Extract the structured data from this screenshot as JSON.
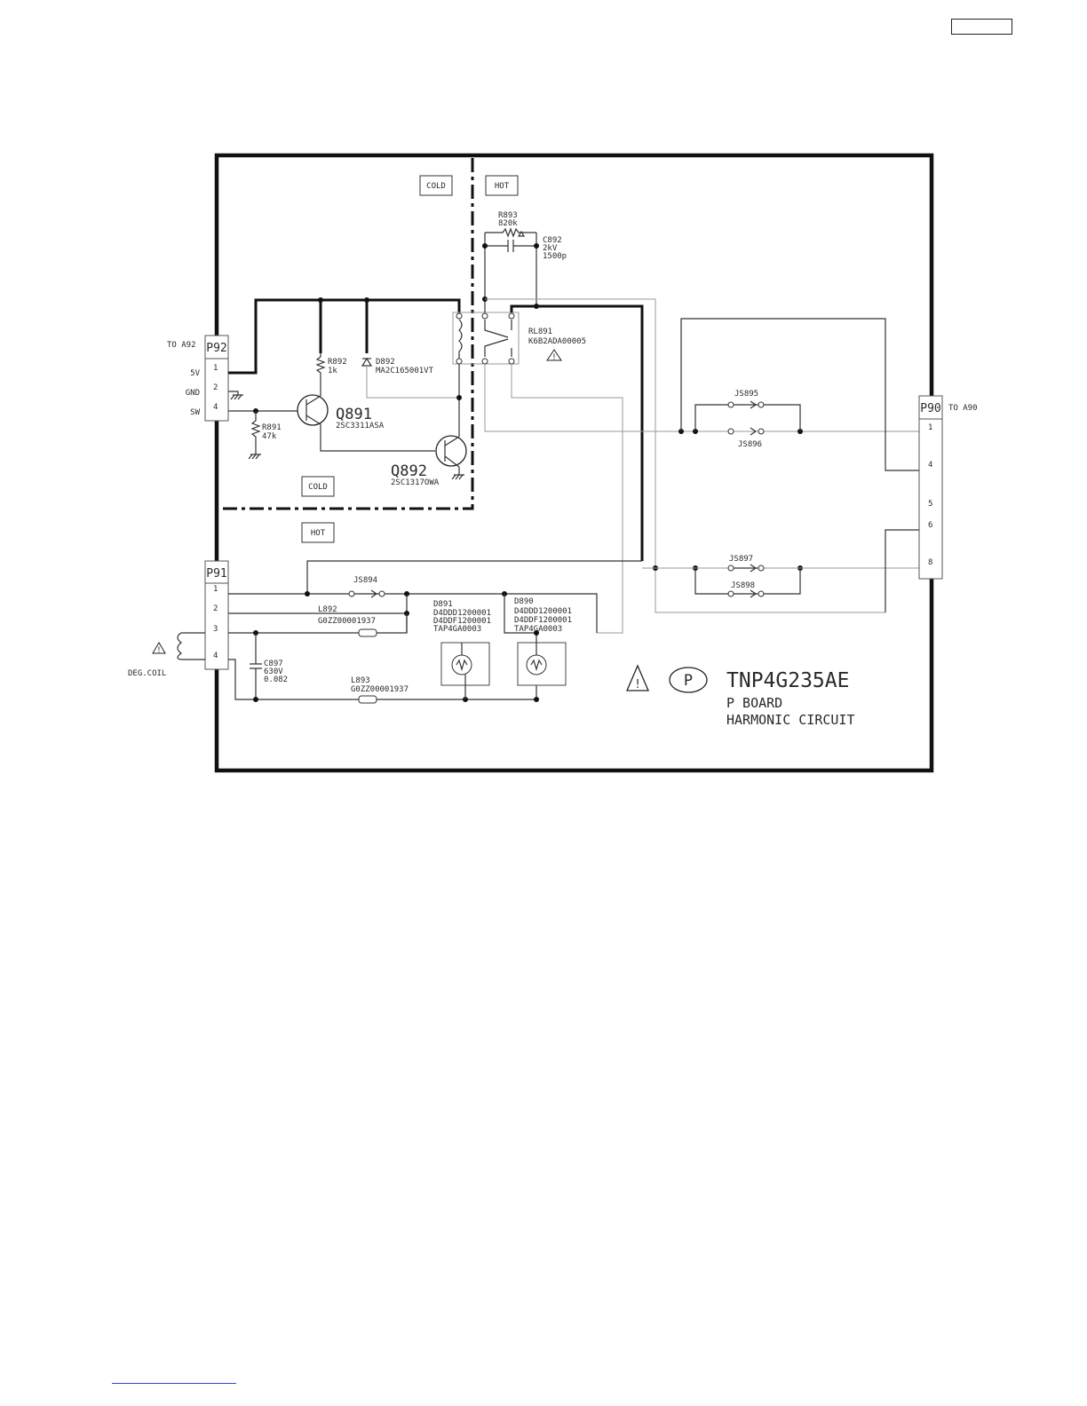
{
  "schematic": {
    "zones": {
      "cold_top": "COLD",
      "hot_top": "HOT",
      "cold_inner": "COLD",
      "hot_lower": "HOT"
    },
    "connectors": {
      "p92": {
        "ref": "P92",
        "label": "TO A92",
        "pins": [
          "1",
          "2",
          "4"
        ],
        "signals": [
          "5V",
          "GND",
          "SW"
        ]
      },
      "p91": {
        "ref": "P91",
        "pins": [
          "1",
          "2",
          "3",
          "4"
        ]
      },
      "p90": {
        "ref": "P90",
        "label": "TO A90",
        "pins": [
          "1",
          "4",
          "5",
          "6",
          "8"
        ]
      }
    },
    "components": {
      "r893": {
        "ref": "R893",
        "value": "820k"
      },
      "c892": {
        "ref": "C892",
        "voltage": "2kV",
        "value": "1500p"
      },
      "rl891": {
        "ref": "RL891",
        "part": "K6B2ADA00005"
      },
      "r892": {
        "ref": "R892",
        "value": "1k"
      },
      "d892": {
        "ref": "D892",
        "part": "MA2C165001VT"
      },
      "q891": {
        "ref": "Q891",
        "part": "2SC3311ASA"
      },
      "r891": {
        "ref": "R891",
        "value": "47k"
      },
      "q892": {
        "ref": "Q892",
        "part": "2SC1317OWA"
      },
      "js895": {
        "ref": "JS895"
      },
      "js896": {
        "ref": "JS896"
      },
      "js897": {
        "ref": "JS897"
      },
      "js898": {
        "ref": "JS898"
      },
      "js894": {
        "ref": "JS894"
      },
      "l892": {
        "ref": "L892",
        "part": "G0ZZ00001937"
      },
      "d891": {
        "ref": "D891",
        "parts": [
          "D4DDD1200001",
          "D4DDF1200001",
          "TAP4GA0003"
        ]
      },
      "d890": {
        "ref": "D890",
        "parts": [
          "D4DDD1200001",
          "D4DDF1200001",
          "TAP4GA0003"
        ]
      },
      "c897": {
        "ref": "C897",
        "voltage": "630V",
        "value": "0.082"
      },
      "l893": {
        "ref": "L893",
        "part": "G0ZZ00001937"
      },
      "deg_coil": {
        "label": "DEG.COIL"
      }
    },
    "title_block": {
      "board_letter": "P",
      "board_number": "TNP4G235AE",
      "line1": "P BOARD",
      "line2": "HARMONIC CIRCUIT"
    }
  }
}
